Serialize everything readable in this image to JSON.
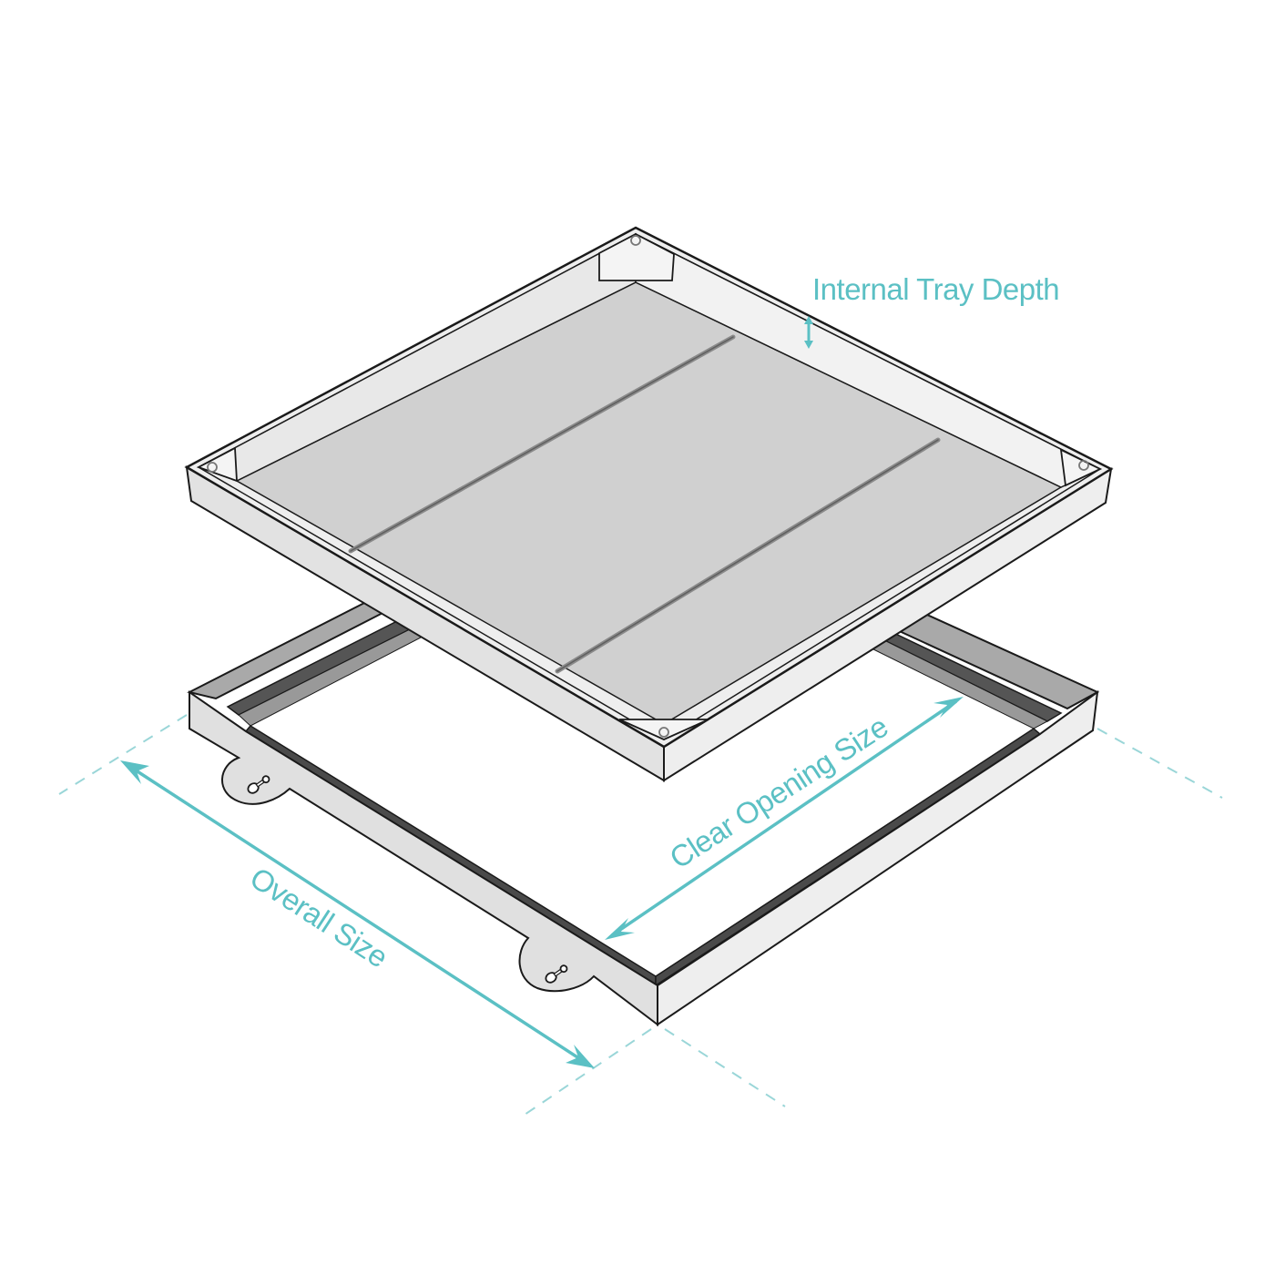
{
  "diagram": {
    "subject": "Recessed manhole cover tray and frame",
    "colors": {
      "accent": "#5bc0c4",
      "outline": "#1a1a1a",
      "tray_floor": "#d0d0d0",
      "surface_light": "#eeeeee",
      "surface_side": "#e2e2e2",
      "frame_channel_mid": "#a9a9a9",
      "frame_channel_dark": "#555555",
      "background": "#ffffff"
    },
    "labels": {
      "internal_tray_depth": "Internal Tray Depth",
      "clear_opening_size": "Clear Opening Size",
      "overall_size": "Overall Size"
    },
    "parts": {
      "tray": "Recessed infill tray",
      "frame": "Frame with keyhole fixing lugs"
    }
  }
}
